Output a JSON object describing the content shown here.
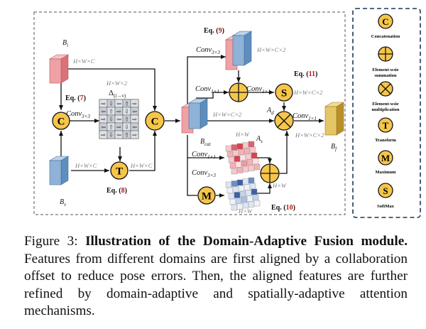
{
  "diagram": {
    "inputs": {
      "b_i": "B",
      "b_i_sub": "i",
      "b_v": "B",
      "b_v_sub": "v",
      "b_cat": "B",
      "b_cat_sub": "cat",
      "b_f": "B",
      "b_f_sub": "f"
    },
    "dims": {
      "hwc": "H×W×C",
      "hwc2": "H×W×C×2",
      "hw2": "H×W×2",
      "hw": "H×W"
    },
    "delta": {
      "symbol": "Δ",
      "sub": "(i→v)"
    },
    "convs": {
      "conv3x3": "Conv",
      "conv3x3_sub": "3×3",
      "conv1x1": "Conv",
      "conv1x1_sub": "1×1"
    },
    "eqs": {
      "eq7": "Eq. (",
      "eq7_num": "7",
      "eq7_end": ")",
      "eq8": "Eq. (",
      "eq8_num": "8",
      "eq8_end": ")",
      "eq9": "Eq. (",
      "eq9_num": "9",
      "eq9_end": ")",
      "eq10": "Eq. (",
      "eq10_num": "10",
      "eq10_end": ")",
      "eq11": "Eq. (",
      "eq11_num": "11",
      "eq11_end": ")"
    },
    "attn": {
      "a_d": "A",
      "a_d_sub": "d",
      "a_s": "A",
      "a_s_sub": "s"
    },
    "ops": {
      "concat": "C",
      "transform": "T",
      "softmax": "S",
      "maximum": "M"
    }
  },
  "legend": {
    "concat_label": "Concatenation",
    "sum_label": "Element-wsie summation",
    "mult_label": "Element-wsie multiplication",
    "transform_label": "Transform",
    "maximum_label": "Maximum",
    "softmax_label": "SoftMax",
    "concat_letter": "C",
    "transform_letter": "T",
    "maximum_letter": "M",
    "softmax_letter": "S"
  },
  "caption": {
    "prefix": "Figure 3: ",
    "bold": "Illustration of the Domain-Adaptive Fusion module.",
    "body": " Features from different domains are first aligned by a collaboration offset to reduce pose errors. Then, the aligned features are further refined by domain-adaptive and spatially-adaptive attention mechanisms."
  },
  "colors": {
    "op_fill": "#f6c64b",
    "red_front": "#f0a1a6",
    "red_top": "#f6c4c7",
    "red_side": "#d9727a",
    "blue_front": "#8fb3d8",
    "blue_top": "#bcd3ea",
    "blue_side": "#5f8dbd",
    "gold_front": "#e4c667",
    "gold_top": "#f0dc94",
    "gold_side": "#b98f2a",
    "eq_red": "#c4121a",
    "dim_gray": "#7a7a7a"
  }
}
